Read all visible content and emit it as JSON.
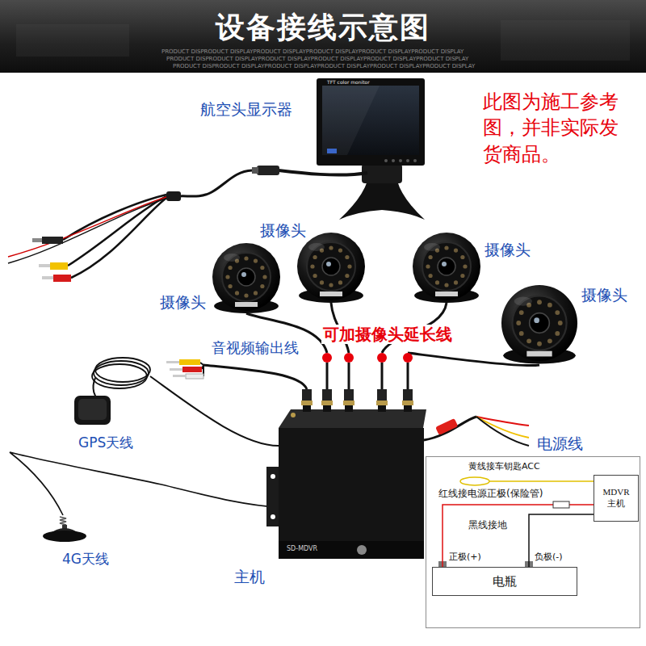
{
  "diagram": {
    "title": "设备接线示意图",
    "nodes": [
      {
        "text": [
          "MDVR 主机"
        ]
      },
      {
        "text": [
          "电瓶"
        ]
      }
    ],
    "edges": [
      {
        "from": 1,
        "to": 0,
        "label": "红线接电源正极(保险管)",
        "arrow": "none"
      },
      {
        "from": 1,
        "to": 0,
        "label": "黑线接地",
        "arrow": "none"
      }
    ],
    "labels": [
      "PRODUCT DISPRODUCT DISPLAYPRODUCT DISPLAYPRODUCT DISPLAYPRODUCT DISPLAYPRODUCT DISPLAY",
      "PRODUCT DISPRODUCT DISPLAYPRODUCT DISPLAYPRODUCT DISPLAYPRODUCT DISPLAYPRODUCT DISPLAY",
      "PRODUCT DISPRODUCT DISPLAYPRODUCT DISPLAYPRODUCT DISPLAYPRODUCT DISPLAYPRODUCT DISPLAY",
      "航空头显示器",
      "TFT color monitor",
      "此图为施工参考图，并非实际发货商品。",
      "摄像头",
      "摄像头",
      "摄像头",
      "摄像头",
      "可加摄像头延长线",
      "音视频输出线",
      "GPS天线",
      "电源线",
      "SD-MDVR",
      "4G天线",
      "主机",
      "黄线接车钥匙ACC",
      "正极(+)",
      "负极(-)"
    ]
  }
}
